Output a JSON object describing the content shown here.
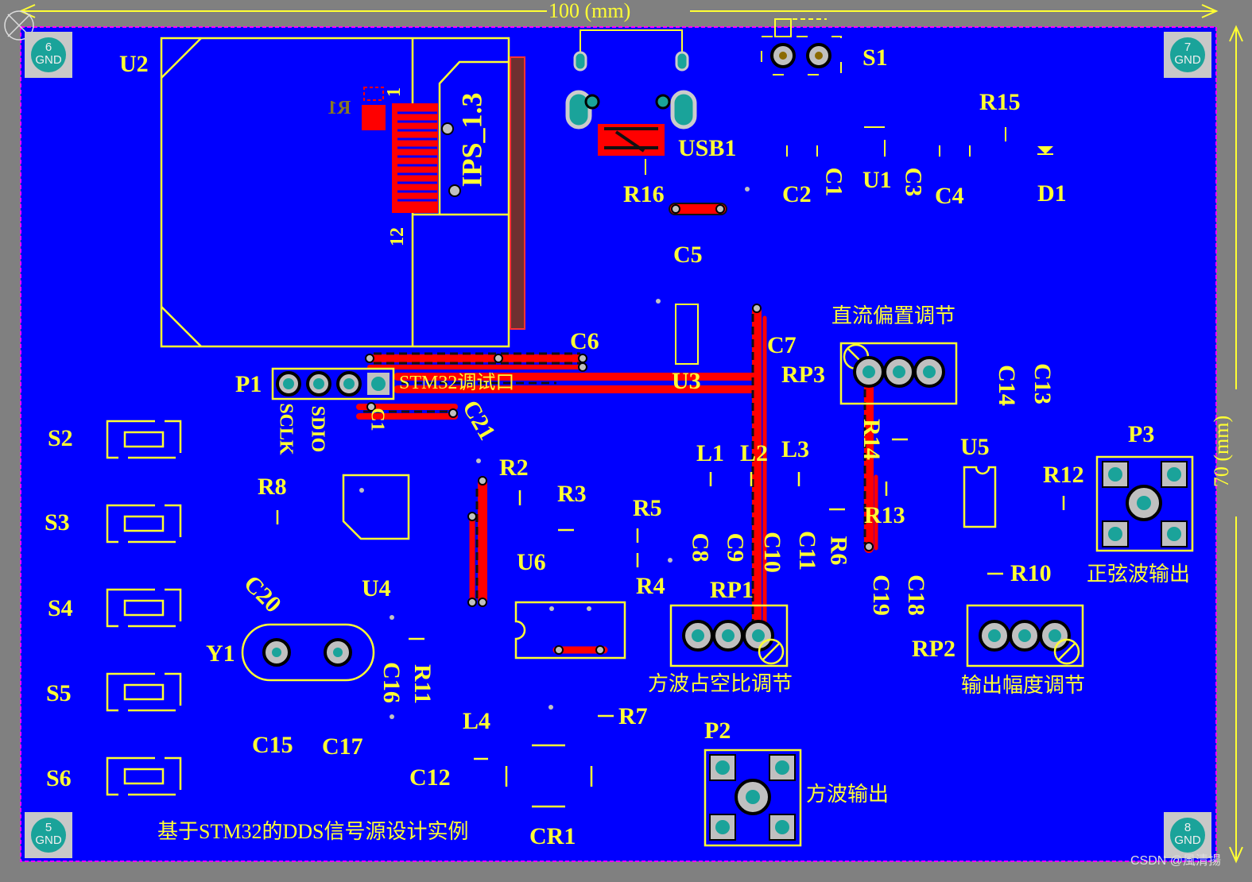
{
  "board": {
    "width_label": "100 (mm)",
    "height_label": "70 (mm)",
    "title": "基于STM32的DDS信号源设计实例",
    "watermark": "CSDN @風清揚"
  },
  "mount_holes": [
    {
      "id": "6",
      "net": "GND"
    },
    {
      "id": "7",
      "net": "GND"
    },
    {
      "id": "5",
      "net": "GND"
    },
    {
      "id": "8",
      "net": "GND"
    }
  ],
  "designators": {
    "U2": "U2",
    "R1": "R1",
    "IPS": "IPS_1.3",
    "pin1": "1",
    "pin12": "12",
    "USB1": "USB1",
    "R16": "R16",
    "S1": "S1",
    "R15": "R15",
    "C2": "C2",
    "C1": "C1",
    "U1": "U1",
    "C3": "C3",
    "C4": "C4",
    "D1": "D1",
    "C5": "C5",
    "C6": "C6",
    "C7": "C7",
    "U3": "U3",
    "RP3": "RP3",
    "C13": "C13",
    "C14": "C14",
    "R14": "R14",
    "R13": "R13",
    "P1": "P1",
    "SCLK": "SCLK",
    "SDIO": "SDIO",
    "C21": "C21",
    "C1b": "C1",
    "S2": "S2",
    "S3": "S3",
    "S4": "S4",
    "S5": "S5",
    "S6": "S6",
    "R8": "R8",
    "R2": "R2",
    "R3": "R3",
    "R5": "R5",
    "R4": "R4",
    "L1": "L1",
    "L2": "L2",
    "L3": "L3",
    "U5": "U5",
    "P3": "P3",
    "R12": "R12",
    "C8": "C8",
    "C9": "C9",
    "C10": "C10",
    "C11": "C11",
    "R6": "R6",
    "U6": "U6",
    "RP1": "RP1",
    "R10": "R10",
    "C19": "C19",
    "C18": "C18",
    "RP2": "RP2",
    "C20": "C20",
    "U4": "U4",
    "Y1": "Y1",
    "C16": "C16",
    "R11": "R11",
    "R7": "R7",
    "L4": "L4",
    "C15": "C15",
    "C17": "C17",
    "C12": "C12",
    "P2": "P2",
    "CR1": "CR1"
  },
  "notes": {
    "debug_port": "STM32调试口",
    "dc_offset": "直流偏置调节",
    "sine_out": "正弦波输出",
    "duty_adjust": "方波占空比调节",
    "amp_adjust": "输出幅度调节",
    "square_out": "方波输出"
  },
  "colors": {
    "board_fill": "#0000ff",
    "silkscreen": "#ffff33",
    "top_copper": "#ff0000",
    "pad": "#c0c0c0",
    "via": "#1aa39a",
    "outline": "#ff00ff"
  }
}
